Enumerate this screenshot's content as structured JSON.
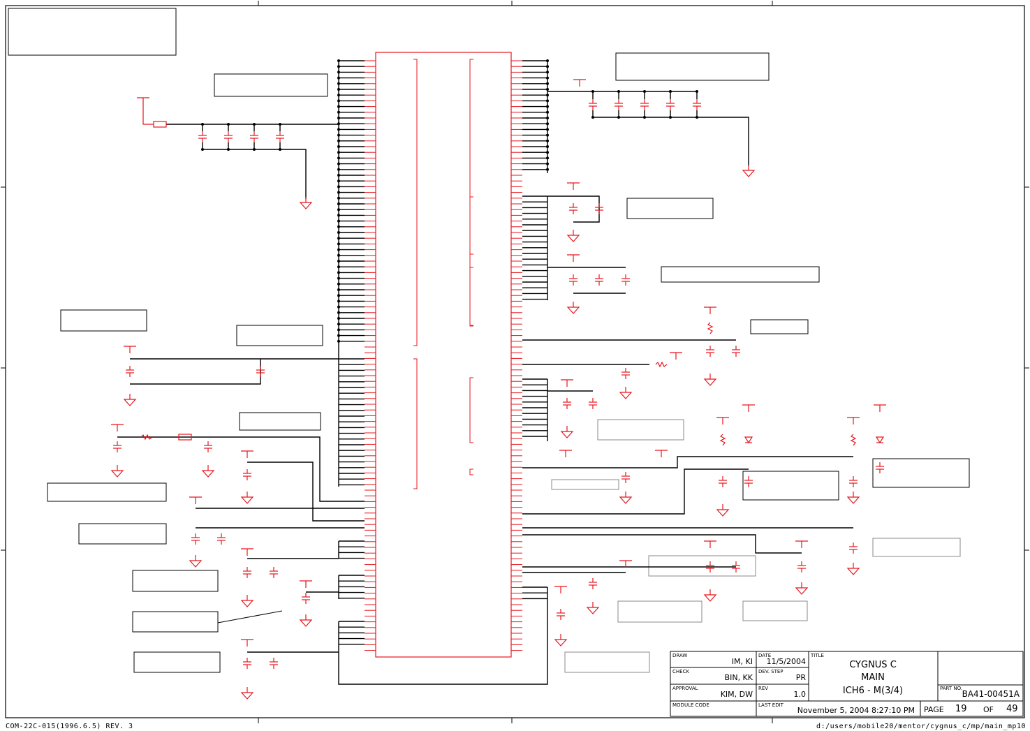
{
  "footer": {
    "form_code": "COM-22C-015(1996.6.5) REV. 3",
    "file_path": "d:/users/mobile20/mentor/cygnus_c/mp/main_mp10"
  },
  "title_block": {
    "draw_label": "DRAW",
    "draw_value": "IM, KI",
    "check_label": "CHECK",
    "check_value": "BIN, KK",
    "approval_label": "APPROVAL",
    "approval_value": "KIM, DW",
    "module_code_label": "MODULE CODE",
    "date_label": "DATE",
    "date_value": "11/5/2004",
    "dev_step_label": "DEV. STEP",
    "dev_step_value": "PR",
    "rev_label": "REV",
    "rev_value": "1.0",
    "last_edit_label": "LAST EDIT",
    "last_edit_value": "November 5, 2004  8:27:10 PM",
    "title_label": "TITLE",
    "title_line1": "CYGNUS C",
    "title_line2": "MAIN",
    "title_line3": "ICH6 - M(3/4)",
    "part_no_label": "PART NO.",
    "part_no_value": "BA41-00451A",
    "page_label": "PAGE",
    "page_value": "19",
    "of_label": "OF",
    "total_pages": "49"
  },
  "colors": {
    "wire": "#000000",
    "component": "#e8141b",
    "note_box": "#888888"
  }
}
